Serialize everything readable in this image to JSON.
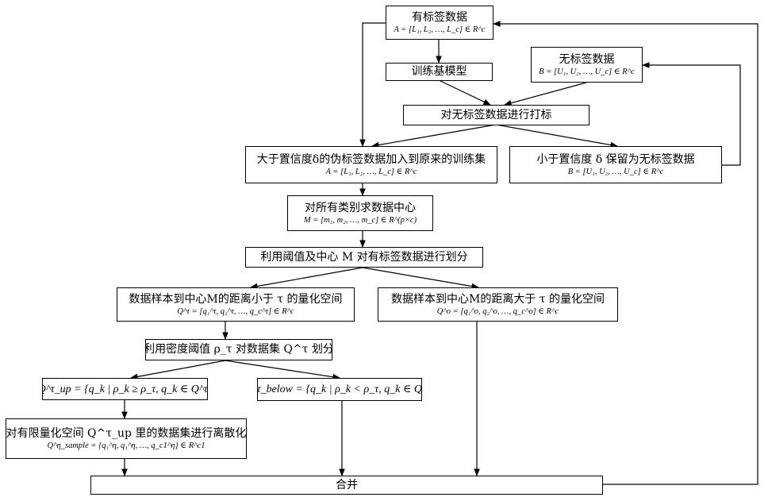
{
  "nodes": {
    "labeled_data": {
      "title": "有标签数据",
      "formula": "A = [L₁, L₂, …, L_c] ∈ R^c"
    },
    "train_base": {
      "title": "训练基模型"
    },
    "unlabeled_data": {
      "title": "无标签数据",
      "formula": "B = [U₁, U₂, …, U_c] ∈ R^c"
    },
    "labeling": {
      "title": "对无标签数据进行打标"
    },
    "above_conf": {
      "title": "大于置信度δ的伪标签数据加入到原来的训练集",
      "formula": "A = [L₁, L₂, …, L_c] ∈ R^c"
    },
    "below_conf": {
      "title": "小于置信度 δ 保留为无标签数据",
      "formula": "B = [U₁, U₂, …, U_c] ∈ R^c"
    },
    "class_centers": {
      "title": "对所有类别求数据中心",
      "formula": "M = [m₁, m₂, …, m_c] ∈ R^(p×c)"
    },
    "partition": {
      "title": "利用阈值及中心 M 对有标签数据进行划分"
    },
    "dist_less": {
      "title": "数据样本到中心M的距离小于 τ 的量化空间",
      "formula": "Q^τ = [q₁^τ, q₂^τ, …, q_c^τ] ∈ R^c"
    },
    "dist_greater": {
      "title": "数据样本到中心M的距离大于 τ 的量化空间",
      "formula": "Q^o = [q₁^o, q₂^o, …, q_c^o] ∈ R^c"
    },
    "density": {
      "title": "利用密度阈值 ρ_τ 对数据集 Q^τ 划分"
    },
    "q_up": {
      "formula": "Q^τ_up = {q_k | ρ_k ≥ ρ_τ, q_k ∈ Q^τ}"
    },
    "q_below": {
      "formula": "Q^τ_below = {q_k | ρ_k < ρ_τ, q_k ∈ Q^τ}"
    },
    "discretize": {
      "title": "对有限量化空间 Q^τ_up 里的数据集进行离散化",
      "formula": "Q^η_sample = {q₁^η, q₁^η, …, q_c1^η} ∈ R^c1"
    },
    "merge": {
      "title": "合并"
    }
  }
}
